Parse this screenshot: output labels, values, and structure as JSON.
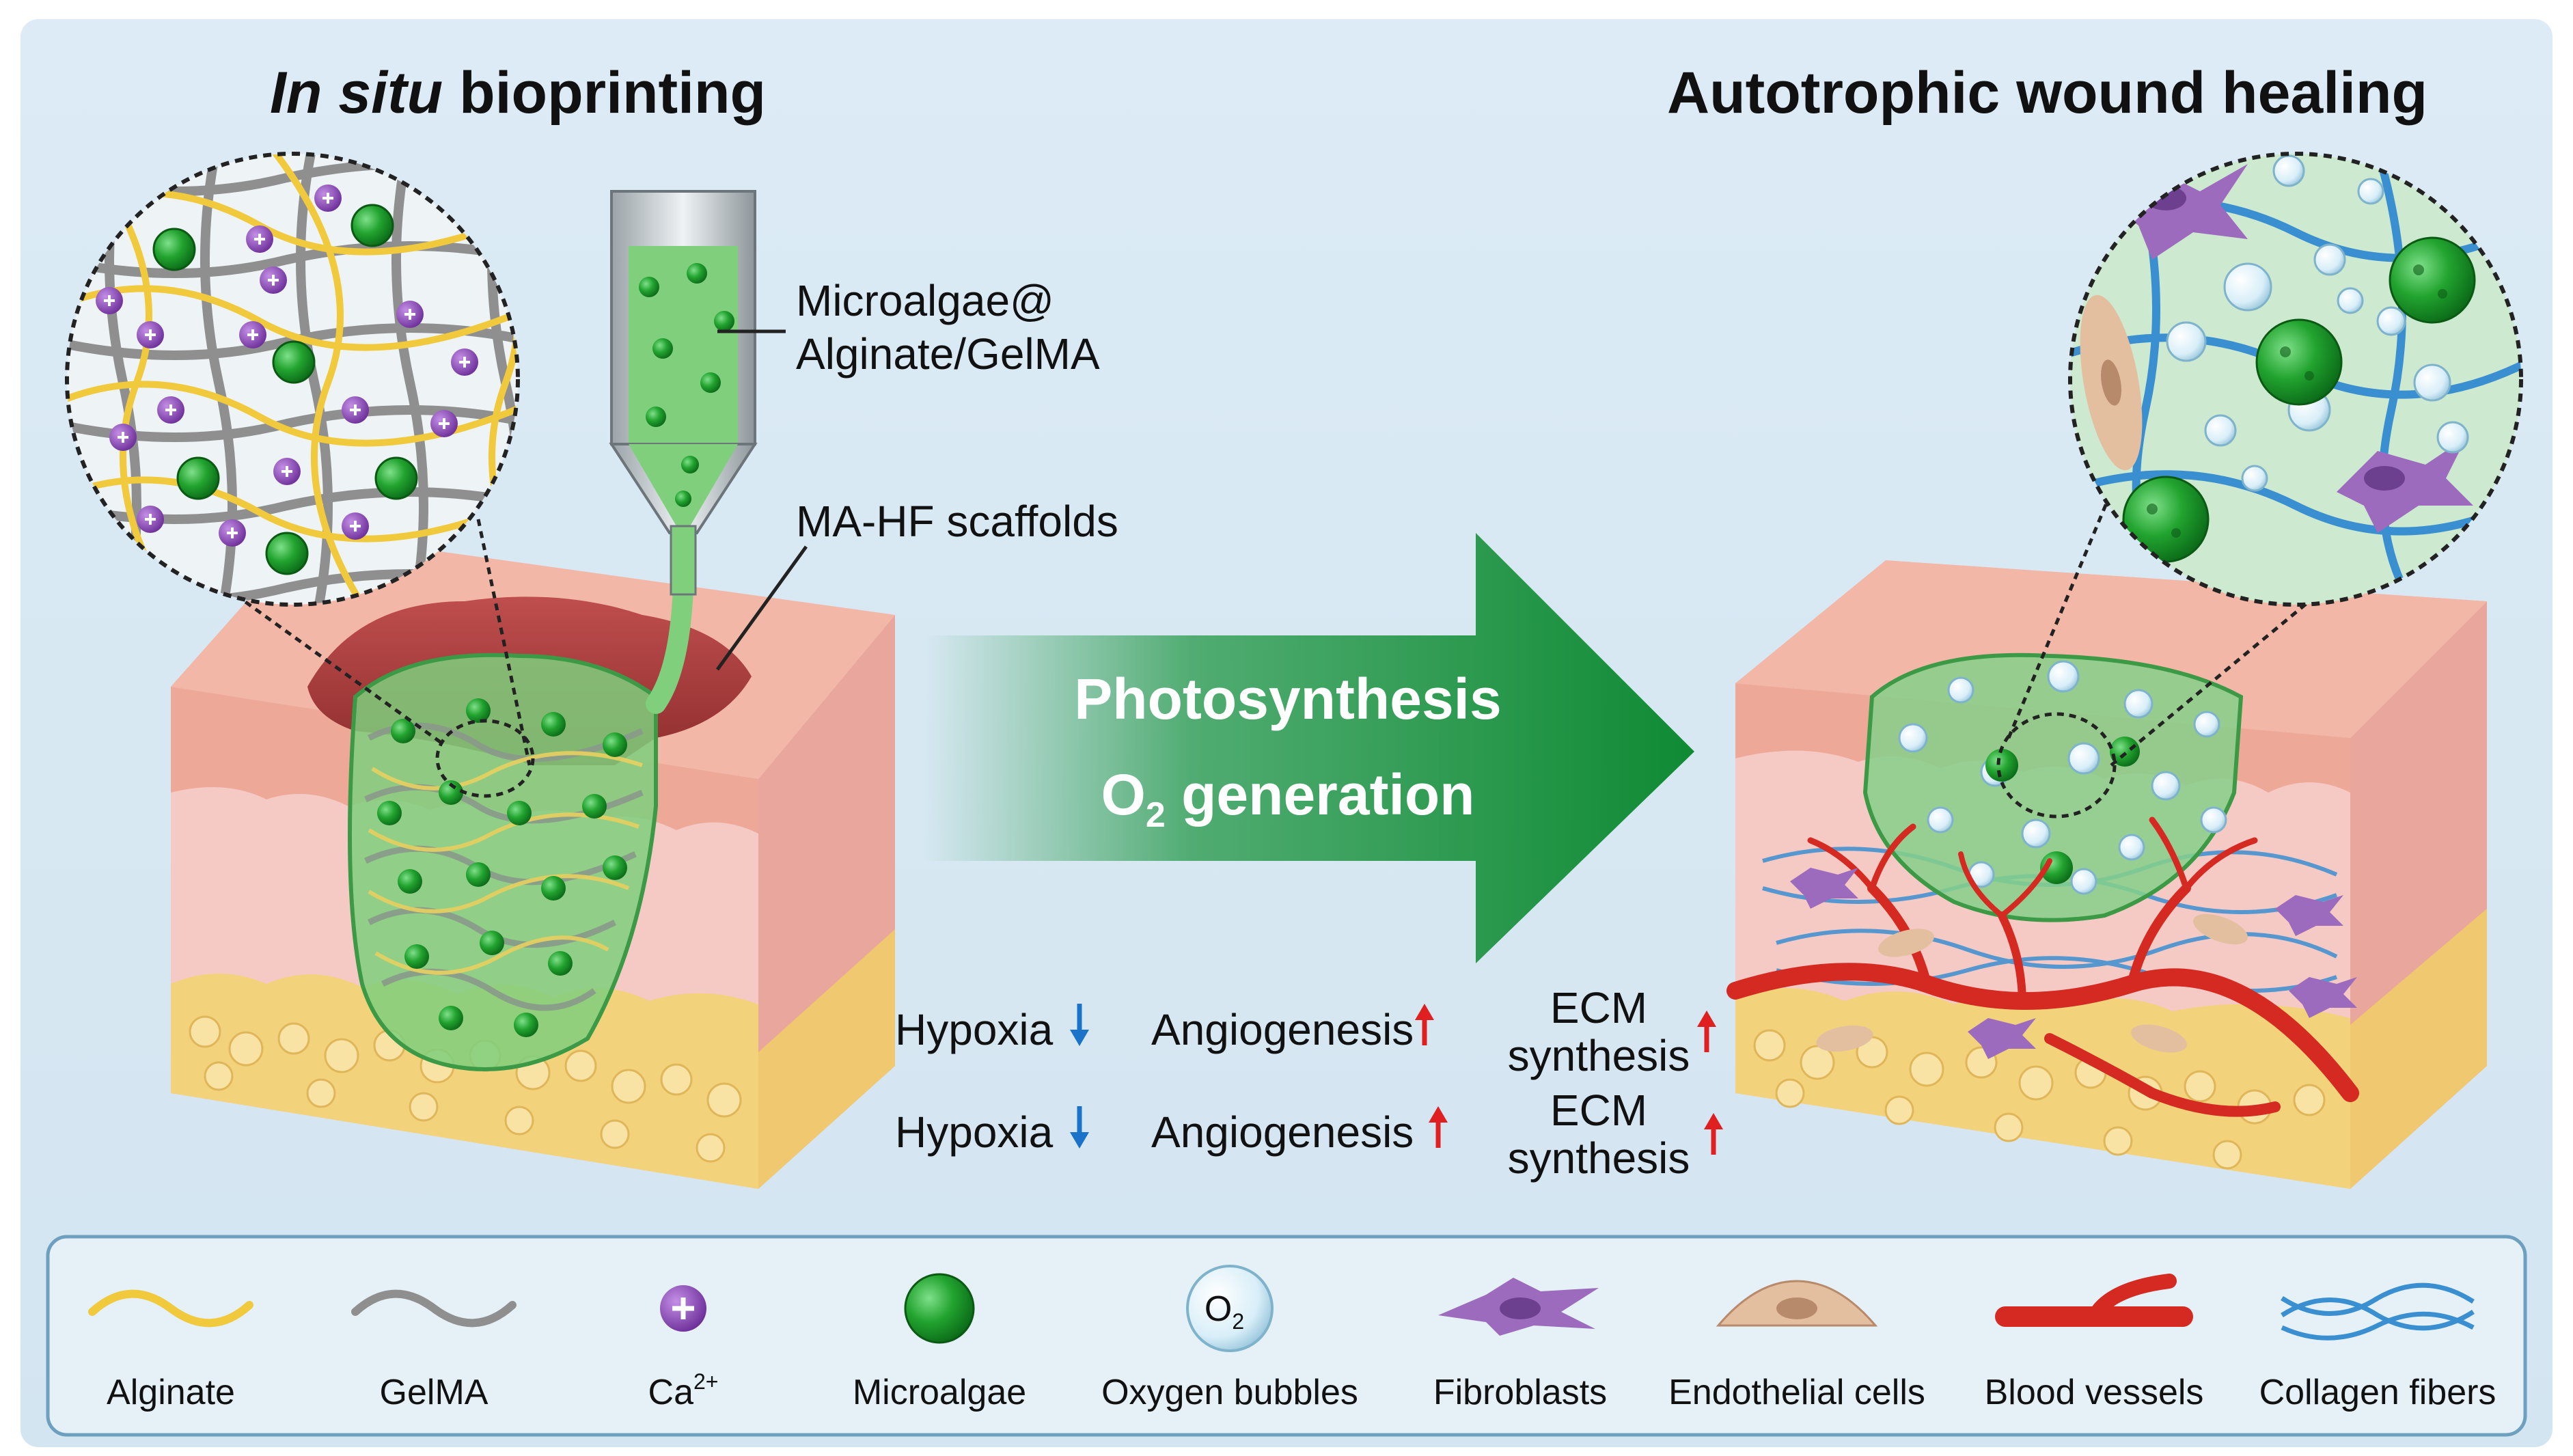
{
  "titles": {
    "left_italic": "In situ",
    "left_rest": " bioprinting",
    "right": "Autotrophic wound healing"
  },
  "callouts": {
    "bioink_line1": "Microalgae@",
    "bioink_line2": "Alginate/GelMA",
    "scaffold": "MA-HF scaffolds"
  },
  "arrow": {
    "line1": "Photosynthesis",
    "line2_prefix": "O",
    "line2_sub": "2",
    "line2_rest": " generation"
  },
  "effects": {
    "rows": [
      {
        "hypoxia": "Hypoxia",
        "angiogenesis": "Angiogenesis",
        "ecm_line1": "ECM",
        "ecm_line2": "synthesis"
      },
      {
        "hypoxia": "Hypoxia",
        "angiogenesis": "Angiogenesis",
        "ecm_line1": "ECM",
        "ecm_line2": "synthesis"
      }
    ],
    "down_color": "#1a73c9",
    "up_color": "#e02020"
  },
  "legend": {
    "items": [
      {
        "label": "Alginate",
        "icon": "alginate-icon"
      },
      {
        "label": "GelMA",
        "icon": "gelma-icon"
      },
      {
        "label": "Ca",
        "sup": "2+",
        "icon": "calcium-ion-icon"
      },
      {
        "label": "Microalgae",
        "icon": "microalgae-icon"
      },
      {
        "label": "Oxygen bubbles",
        "icon": "oxygen-bubble-icon",
        "bubble_text": "O",
        "bubble_sub": "2"
      },
      {
        "label": "Fibroblasts",
        "icon": "fibroblast-icon"
      },
      {
        "label": "Endothelial cells",
        "icon": "endothelial-cell-icon"
      },
      {
        "label": "Blood vessels",
        "icon": "blood-vessel-icon"
      },
      {
        "label": "Collagen fibers",
        "icon": "collagen-fiber-icon"
      }
    ]
  },
  "colors": {
    "background": "#dbeaf4",
    "alginate": "#f0c93c",
    "gelma": "#8f8f8f",
    "calcium": "#8a4fb5",
    "microalgae": "#1f9a2a",
    "arrow_green": "#16923a",
    "skin_top": "#f2b7a6",
    "dermis": "#f4c7c2",
    "fat": "#f6d98a",
    "vessel": "#d42a22",
    "collagen": "#3a8fd0",
    "fibroblast": "#9c6bbd",
    "endothelial": "#e3bfa0"
  }
}
